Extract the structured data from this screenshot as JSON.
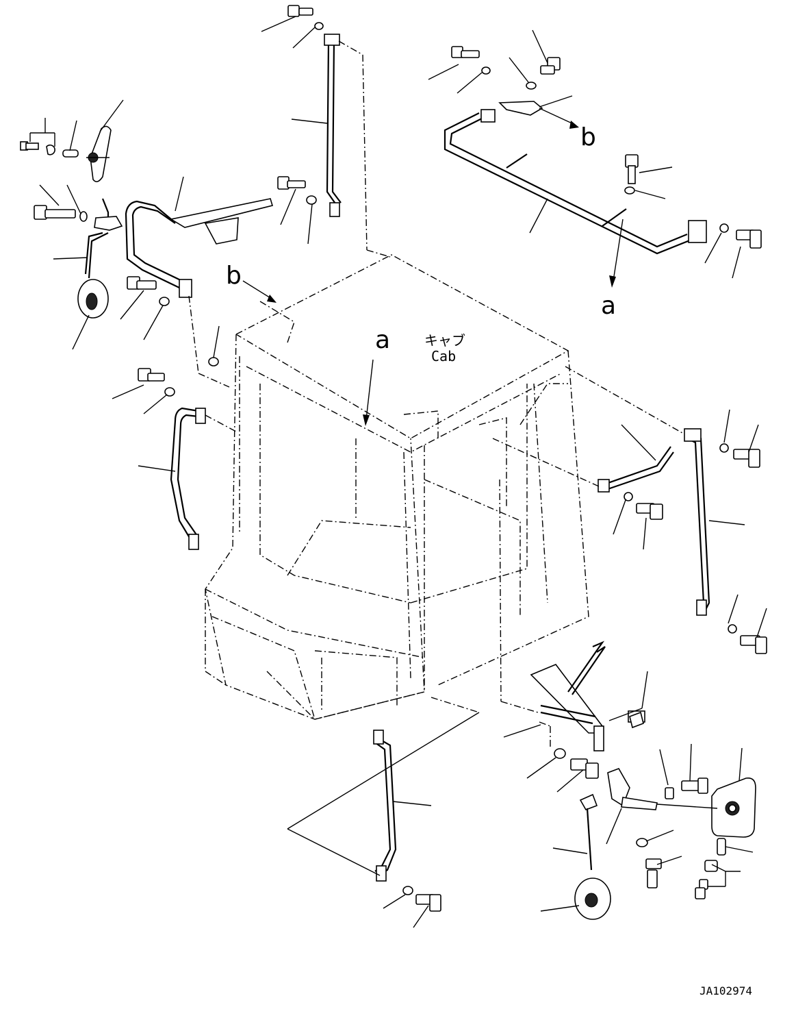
{
  "drawing": {
    "labels": {
      "cab_jp": "キャブ",
      "cab_en": "Cab",
      "ref_a_cab": "a",
      "ref_a_right": "a",
      "ref_b_left": "b",
      "ref_b_right": "b"
    },
    "drawing_number": "JA102974"
  }
}
